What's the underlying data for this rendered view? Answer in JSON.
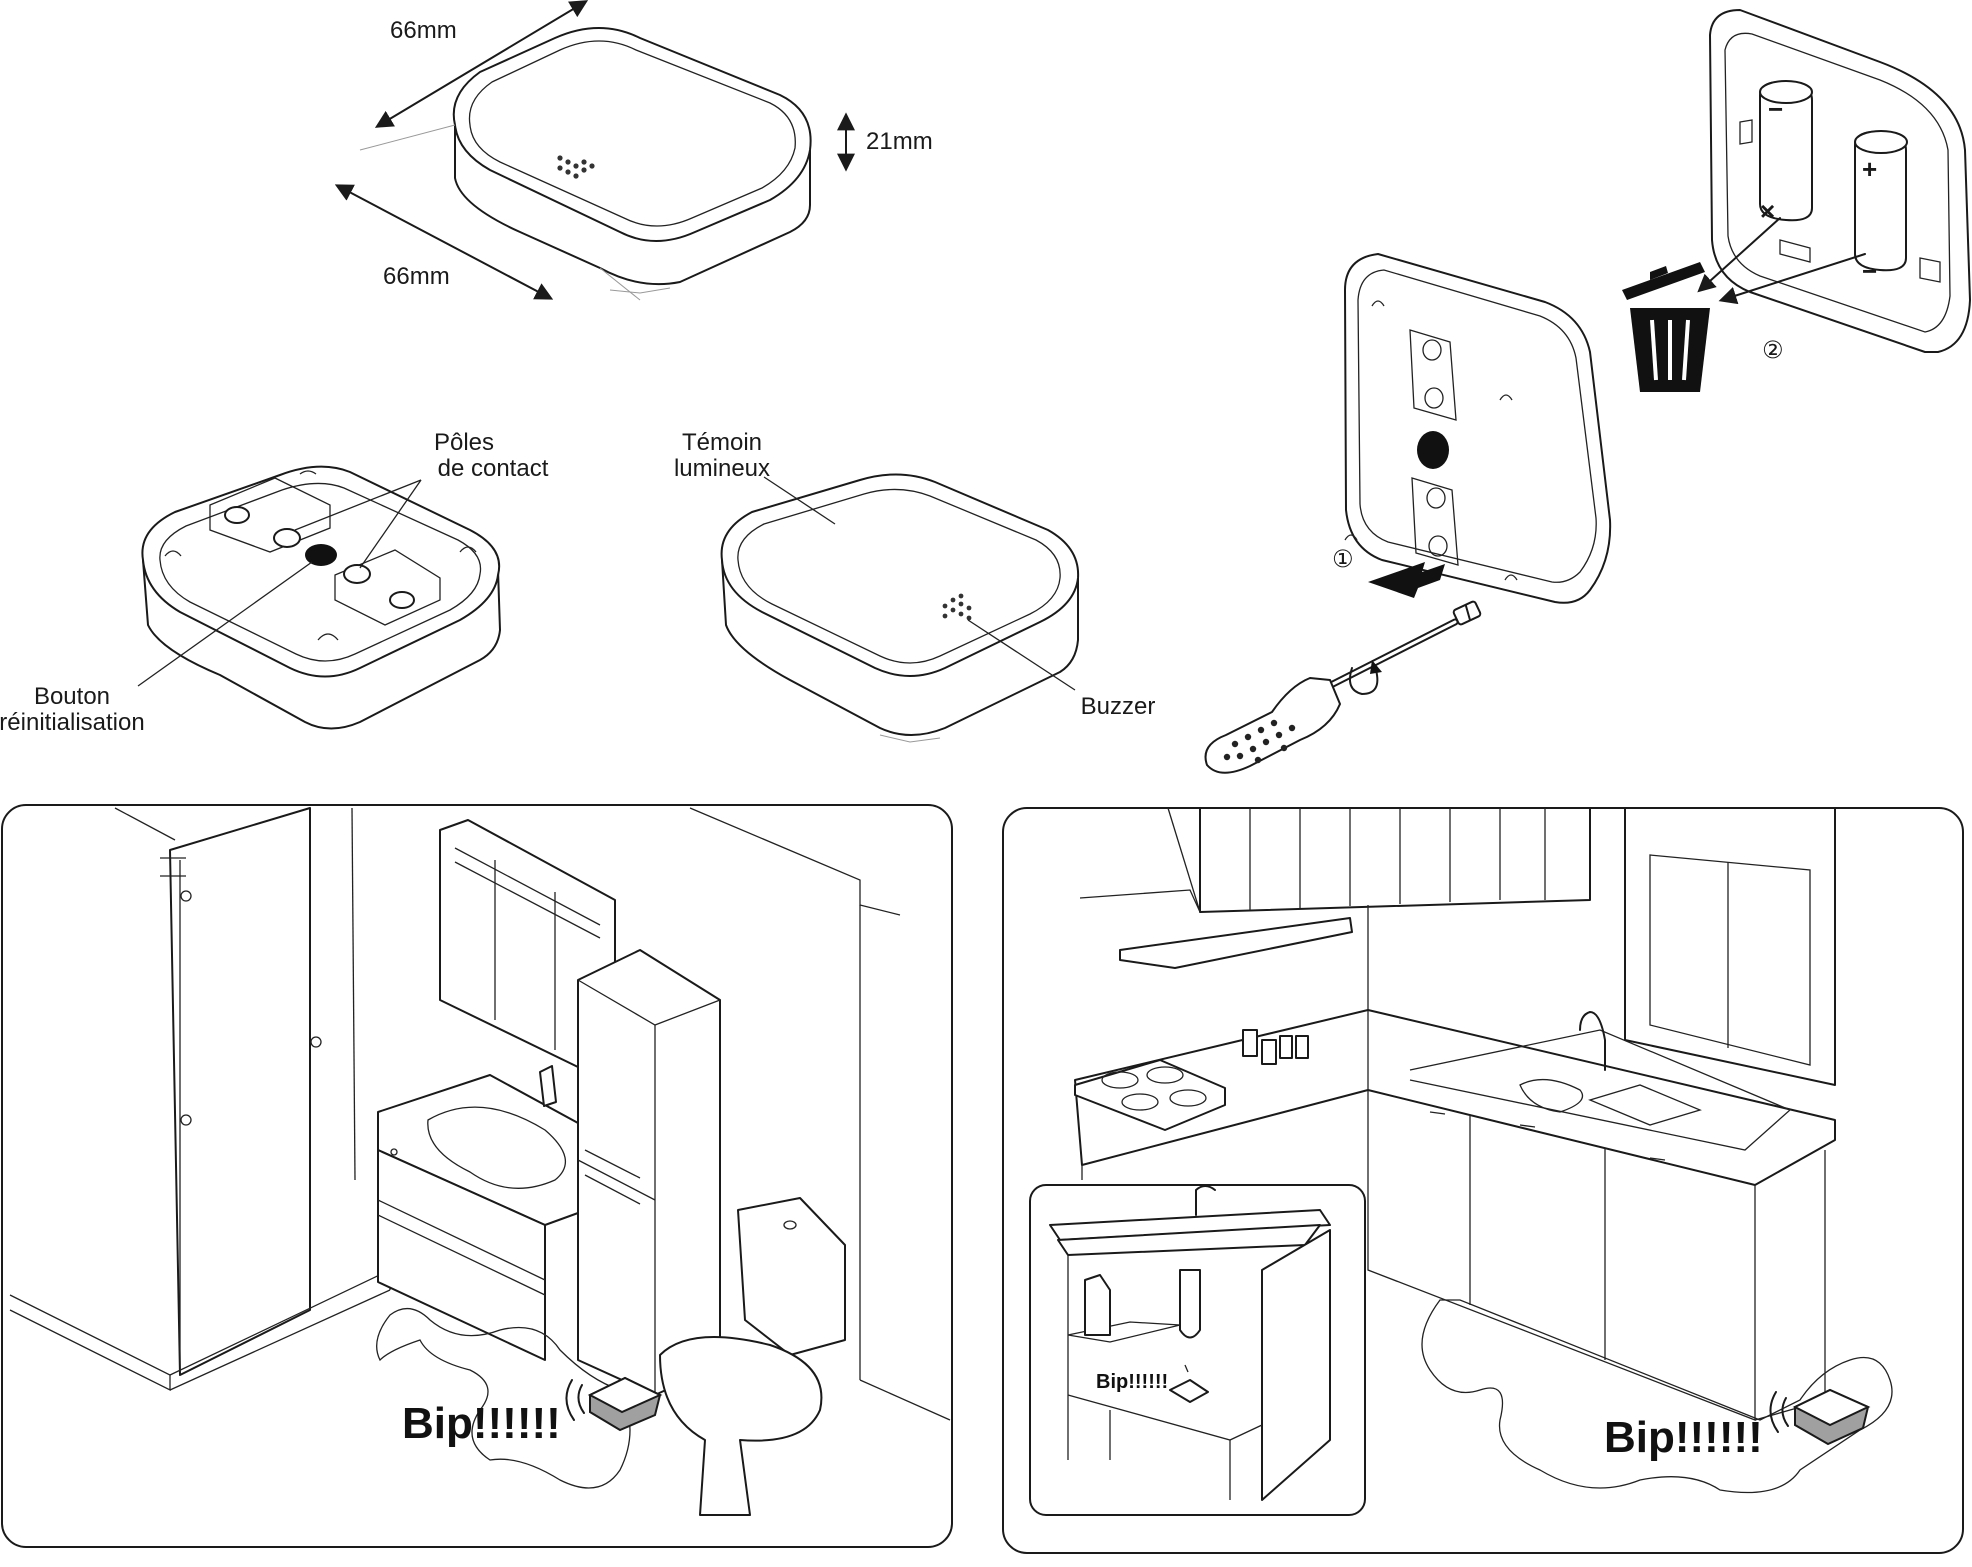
{
  "dimensions": {
    "width_top": "66mm",
    "width_bottom": "66mm",
    "height": "21mm"
  },
  "labels": {
    "contact_poles_line1": "Pôles",
    "contact_poles_line2": "de contact",
    "indicator_line1": "Témoin",
    "indicator_line2": "lumineux",
    "reset_line1": "Bouton",
    "reset_line2": "réinitialisation",
    "buzzer": "Buzzer"
  },
  "steps": {
    "step1": "①",
    "step2": "②"
  },
  "alerts": {
    "bathroom": "Bip!!!!!!",
    "kitchen": "Bip!!!!!!",
    "kitchen_inset": "Bip!!!!!!"
  },
  "colors": {
    "line": "#1a1a1a",
    "background": "#ffffff",
    "sensor_top": "#9a9a9a"
  },
  "icons": [
    "screwdriver-icon",
    "trash-icon",
    "battery-icon",
    "arrow-icon"
  ]
}
